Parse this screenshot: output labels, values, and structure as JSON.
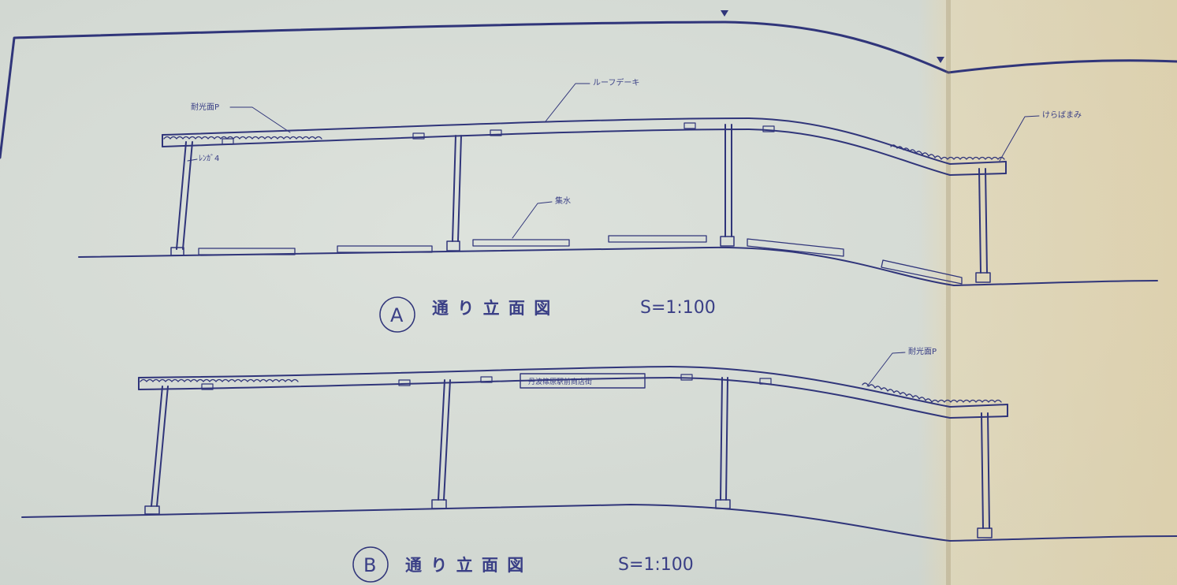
{
  "sheet": {
    "ink_color": "#30357a",
    "paper_color": "#d7dcd6"
  },
  "elevation_a": {
    "circle_letter": "A",
    "title": "通 り 立 面 図",
    "scale": "S=1:100",
    "notes": {
      "roof_left": "耐光面P",
      "roof_mid": "ルーフデーキ",
      "column_note": "ﾚﾝｶﾞ4",
      "ground_note": "集水",
      "roof_right": "けらばまみ"
    }
  },
  "elevation_b": {
    "circle_letter": "B",
    "title": "通 り 立 面 図",
    "scale": "S=1:100",
    "notes": {
      "roof_right": "耐光面P"
    },
    "sign": "丹波篠原駅前商店街"
  }
}
